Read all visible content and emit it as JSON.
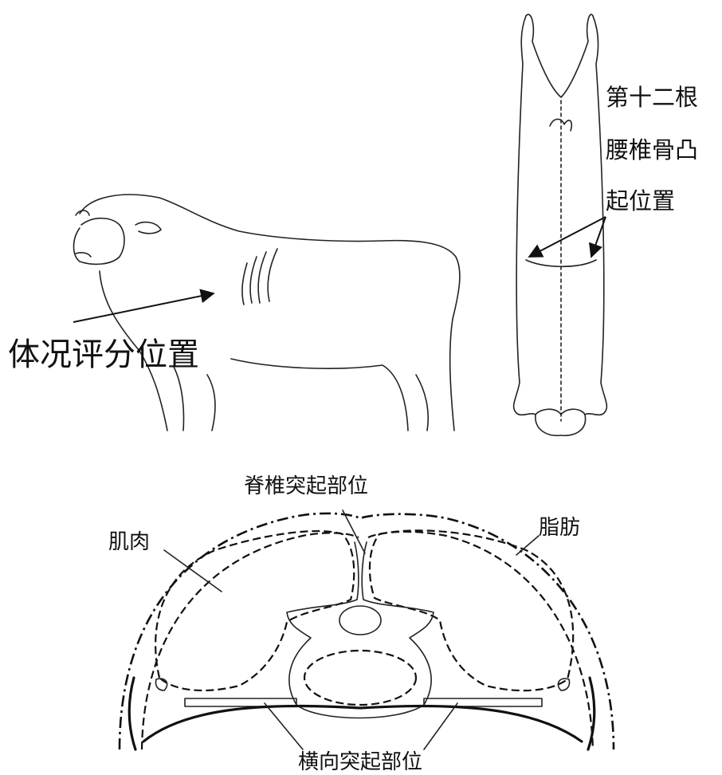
{
  "figure1": {
    "label": "体况评分位置"
  },
  "figure2": {
    "label_line1": "第十二根",
    "label_line2": "腰椎骨凸",
    "label_line3": "起位置"
  },
  "figure3": {
    "top_label": "脊椎突起部位",
    "left_label": "肌肉",
    "right_label": "脂肪",
    "bottom_label": "横向突起部位"
  }
}
